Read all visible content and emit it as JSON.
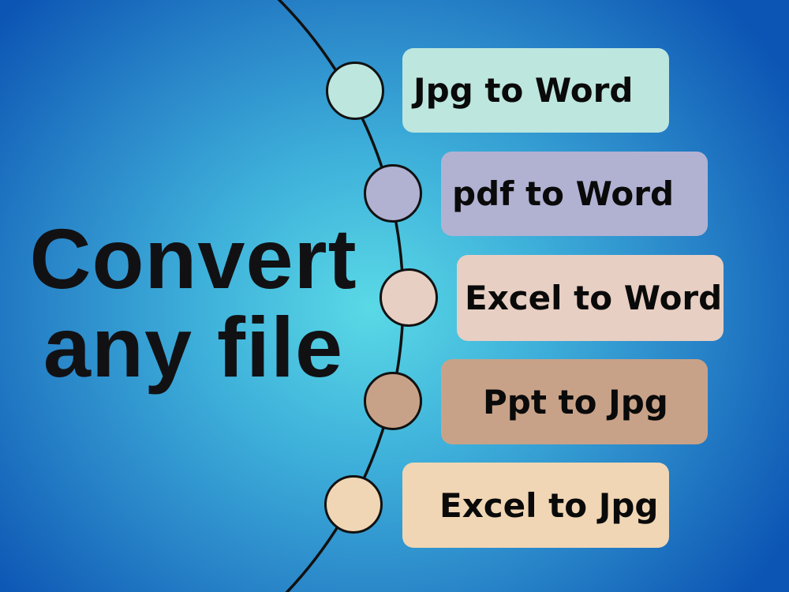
{
  "title": {
    "line1": "Convert",
    "line2": "any file"
  },
  "colors": {
    "background_center": "#5ad9e6",
    "background_edge": "#0c55b4",
    "arc_stroke": "#111111",
    "text": "#0a0a0a"
  },
  "items": [
    {
      "label": "Jpg to Word",
      "color": "#bde6de",
      "node_icon": "circle-node"
    },
    {
      "label": "pdf to Word",
      "color": "#b1b2d2",
      "node_icon": "circle-node"
    },
    {
      "label": "Excel to Word",
      "color": "#e8cfc3",
      "node_icon": "circle-node"
    },
    {
      "label": "Ppt to Jpg",
      "color": "#c8a288",
      "node_icon": "circle-node"
    },
    {
      "label": "Excel to Jpg",
      "color": "#f0d6b4",
      "node_icon": "circle-node"
    }
  ]
}
